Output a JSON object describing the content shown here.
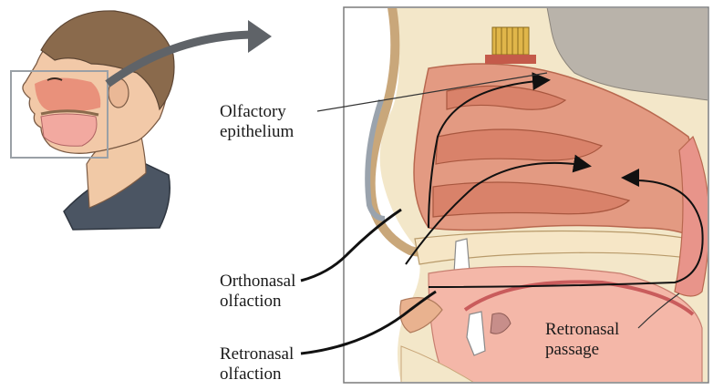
{
  "labels": {
    "olfactory_epithelium": [
      "Olfactory",
      "epithelium"
    ],
    "orthonasal_olfaction": [
      "Orthonasal",
      "olfaction"
    ],
    "retronasal_olfaction": [
      "Retronasal",
      "olfaction"
    ],
    "retronasal_passage": [
      "Retronasal",
      "passage"
    ]
  },
  "colors": {
    "skin": "#f2c9a8",
    "hair": "#8a6a4c",
    "nasal_cavity": "#e39a82",
    "tissue_pink": "#f4b7a8",
    "bone_cream": "#f3e7c9",
    "brain_gray": "#b9b3aa",
    "epithelium_yellow": "#e0b64a",
    "arrow_gray": "#555555"
  }
}
